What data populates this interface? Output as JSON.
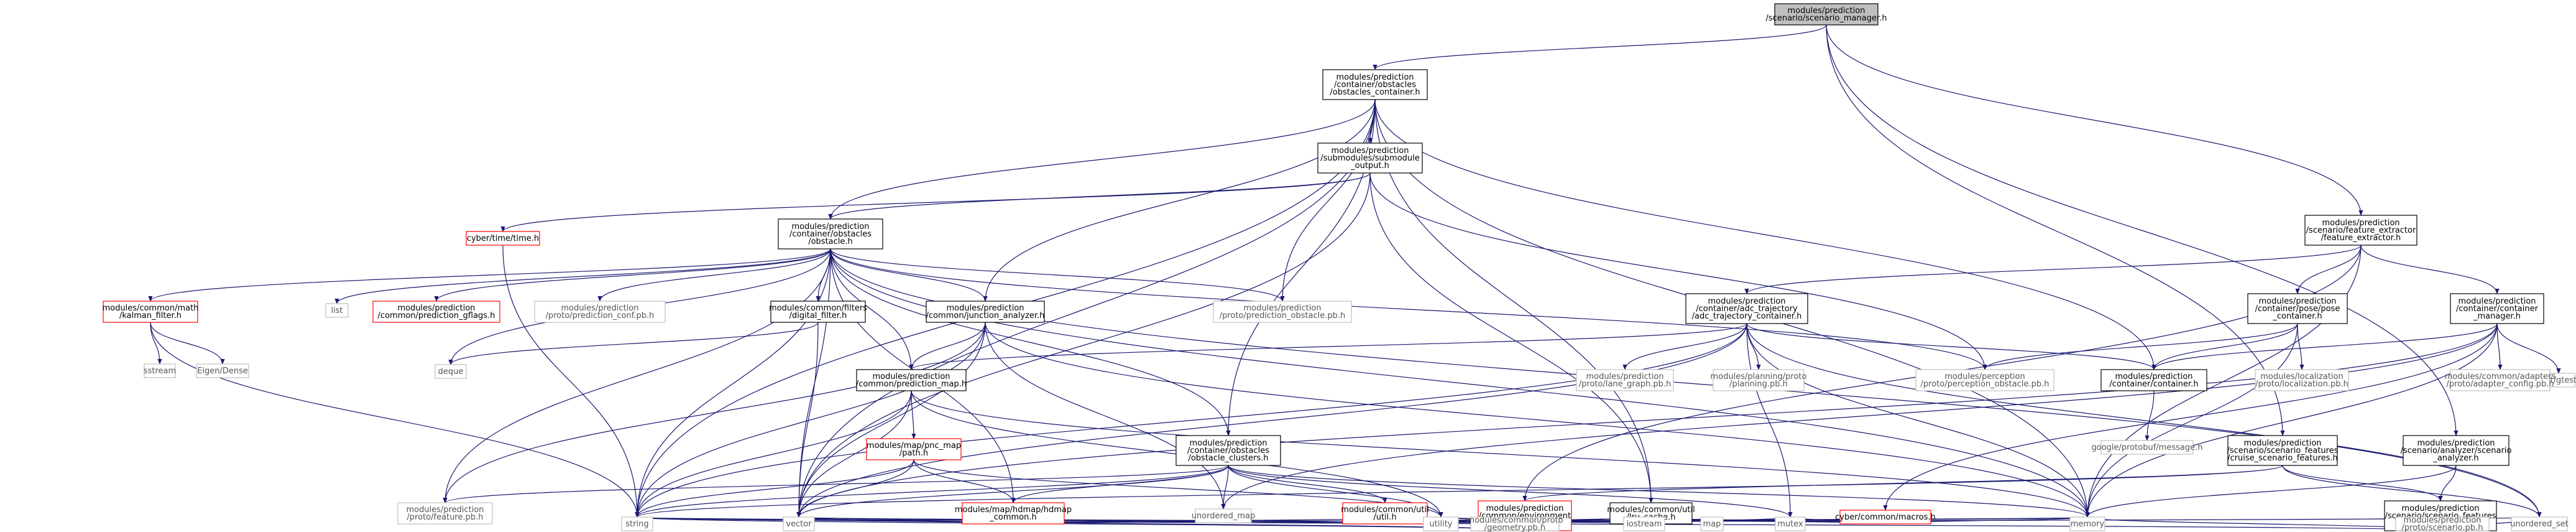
{
  "colors": {
    "edge": "#191970",
    "node_border": "#000000",
    "missing_border": "#ff0000",
    "system_border": "#bfbfbf",
    "root_fill": "#bfbfbf",
    "system_text": "#555555",
    "text": "#000000"
  },
  "nodes": [
    {
      "id": "root",
      "lines": [
        "modules/prediction",
        "/scenario/scenario_manager.h"
      ],
      "style": "root"
    },
    {
      "id": "obst_cont",
      "lines": [
        "modules/prediction",
        "/container/obstacles",
        "/obstacles_container.h"
      ],
      "style": "normal"
    },
    {
      "id": "submodule",
      "lines": [
        "modules/prediction",
        "/submodules/submodule",
        "_output.h"
      ],
      "style": "normal"
    },
    {
      "id": "cyber_time",
      "lines": [
        "cyber/time/time.h"
      ],
      "style": "missing"
    },
    {
      "id": "obstacle",
      "lines": [
        "modules/prediction",
        "/container/obstacles",
        "/obstacle.h"
      ],
      "style": "normal"
    },
    {
      "id": "kalman",
      "lines": [
        "modules/common/math",
        "/kalman_filter.h"
      ],
      "style": "missing"
    },
    {
      "id": "list",
      "lines": [
        "list"
      ],
      "style": "system"
    },
    {
      "id": "gflags",
      "lines": [
        "modules/prediction",
        "/common/prediction_gflags.h"
      ],
      "style": "missing"
    },
    {
      "id": "conf_pb",
      "lines": [
        "modules/prediction",
        "/proto/prediction_conf.pb.h"
      ],
      "style": "system"
    },
    {
      "id": "digital",
      "lines": [
        "modules/common/filters",
        "/digital_filter.h"
      ],
      "style": "normal"
    },
    {
      "id": "junction",
      "lines": [
        "modules/prediction",
        "/common/junction_analyzer.h"
      ],
      "style": "normal"
    },
    {
      "id": "obst_pb",
      "lines": [
        "modules/prediction",
        "/proto/prediction_obstacle.pb.h"
      ],
      "style": "system"
    },
    {
      "id": "feat_ext",
      "lines": [
        "modules/prediction",
        "/scenario/feature_extractor",
        "/feature_extractor.h"
      ],
      "style": "normal"
    },
    {
      "id": "adc_traj",
      "lines": [
        "modules/prediction",
        "/container/adc_trajectory",
        "/adc_trajectory_container.h"
      ],
      "style": "normal"
    },
    {
      "id": "pose",
      "lines": [
        "modules/prediction",
        "/container/pose/pose",
        "_container.h"
      ],
      "style": "normal"
    },
    {
      "id": "cont_mgr",
      "lines": [
        "modules/prediction",
        "/container/container",
        "_manager.h"
      ],
      "style": "normal"
    },
    {
      "id": "sstream",
      "lines": [
        "sstream"
      ],
      "style": "system"
    },
    {
      "id": "eigen",
      "lines": [
        "Eigen/Dense"
      ],
      "style": "system"
    },
    {
      "id": "deque",
      "lines": [
        "deque"
      ],
      "style": "system"
    },
    {
      "id": "pred_map",
      "lines": [
        "modules/prediction",
        "/common/prediction_map.h"
      ],
      "style": "normal"
    },
    {
      "id": "lane_graph",
      "lines": [
        "modules/prediction",
        "/proto/lane_graph.pb.h"
      ],
      "style": "system"
    },
    {
      "id": "planning_pb",
      "lines": [
        "modules/planning/proto",
        "/planning.pb.h"
      ],
      "style": "system"
    },
    {
      "id": "perc_pb",
      "lines": [
        "modules/perception",
        "/proto/perception_obstacle.pb.h"
      ],
      "style": "system"
    },
    {
      "id": "container_h",
      "lines": [
        "modules/prediction",
        "/container/container.h"
      ],
      "style": "normal"
    },
    {
      "id": "loc_pb",
      "lines": [
        "modules/localization",
        "/proto/localization.pb.h"
      ],
      "style": "system"
    },
    {
      "id": "gtest",
      "lines": [
        "gtest/gtest.h"
      ],
      "style": "system"
    },
    {
      "id": "adapter_pb",
      "lines": [
        "modules/common/adapters",
        "/proto/adapter_config.pb.h"
      ],
      "style": "system"
    },
    {
      "id": "protobuf",
      "lines": [
        "google/protobuf/message.h"
      ],
      "style": "system"
    },
    {
      "id": "pnc_path",
      "lines": [
        "modules/map/pnc_map",
        "/path.h"
      ],
      "style": "missing"
    },
    {
      "id": "clusters",
      "lines": [
        "modules/prediction",
        "/container/obstacles",
        "/obstacle_clusters.h"
      ],
      "style": "normal"
    },
    {
      "id": "cruise",
      "lines": [
        "modules/prediction",
        "/scenario/scenario_features",
        "/cruise_scenario_features.h"
      ],
      "style": "normal"
    },
    {
      "id": "analyzer",
      "lines": [
        "modules/prediction",
        "/scenario/analyzer/scenario",
        "_analyzer.h"
      ],
      "style": "normal"
    },
    {
      "id": "hdmap",
      "lines": [
        "modules/map/hdmap/hdmap",
        "_common.h"
      ],
      "style": "missing"
    },
    {
      "id": "feature_pb",
      "lines": [
        "modules/prediction",
        "/proto/feature.pb.h"
      ],
      "style": "system"
    },
    {
      "id": "unord_map",
      "lines": [
        "unordered_map"
      ],
      "style": "system"
    },
    {
      "id": "util",
      "lines": [
        "modules/common/util",
        "/util.h"
      ],
      "style": "missing"
    },
    {
      "id": "env",
      "lines": [
        "modules/prediction",
        "/common/environment",
        "_features.h"
      ],
      "style": "missing"
    },
    {
      "id": "lru",
      "lines": [
        "modules/common/util",
        "/lru_cache.h"
      ],
      "style": "normal"
    },
    {
      "id": "macros",
      "lines": [
        "cyber/common/macros.h"
      ],
      "style": "missing"
    },
    {
      "id": "scen_feat",
      "lines": [
        "modules/prediction",
        "/scenario/scenario_features",
        "/scenario_features.h"
      ],
      "style": "normal"
    },
    {
      "id": "string",
      "lines": [
        "string"
      ],
      "style": "system"
    },
    {
      "id": "vector",
      "lines": [
        "vector"
      ],
      "style": "system"
    },
    {
      "id": "utility",
      "lines": [
        "utility"
      ],
      "style": "system"
    },
    {
      "id": "geom_pb",
      "lines": [
        "modules/common/proto",
        "/geometry.pb.h"
      ],
      "style": "system"
    },
    {
      "id": "iostream",
      "lines": [
        "iostream"
      ],
      "style": "system"
    },
    {
      "id": "map",
      "lines": [
        "map"
      ],
      "style": "system"
    },
    {
      "id": "mutex",
      "lines": [
        "mutex"
      ],
      "style": "system"
    },
    {
      "id": "memory",
      "lines": [
        "memory"
      ],
      "style": "system"
    },
    {
      "id": "unord_set",
      "lines": [
        "unordered_set"
      ],
      "style": "system"
    },
    {
      "id": "scen_pb",
      "lines": [
        "modules/prediction",
        "/proto/scenario.pb.h"
      ],
      "style": "system"
    }
  ],
  "edges": [
    [
      "root",
      "obst_cont"
    ],
    [
      "root",
      "feat_ext"
    ],
    [
      "root",
      "cruise"
    ],
    [
      "root",
      "analyzer"
    ],
    [
      "obst_cont",
      "submodule"
    ],
    [
      "obst_cont",
      "obstacle"
    ],
    [
      "obst_cont",
      "junction"
    ],
    [
      "obst_cont",
      "obst_pb"
    ],
    [
      "obst_cont",
      "container_h"
    ],
    [
      "obst_cont",
      "clusters"
    ],
    [
      "obst_cont",
      "lru"
    ],
    [
      "obst_cont",
      "string"
    ],
    [
      "obst_cont",
      "vector"
    ],
    [
      "obst_cont",
      "memory"
    ],
    [
      "submodule",
      "cyber_time"
    ],
    [
      "submodule",
      "obstacle"
    ],
    [
      "submodule",
      "perc_pb"
    ],
    [
      "submodule",
      "vector"
    ],
    [
      "submodule",
      "lru"
    ],
    [
      "cyber_time",
      "string"
    ],
    [
      "obstacle",
      "kalman"
    ],
    [
      "obstacle",
      "list"
    ],
    [
      "obstacle",
      "gflags"
    ],
    [
      "obstacle",
      "conf_pb"
    ],
    [
      "obstacle",
      "digital"
    ],
    [
      "obstacle",
      "junction"
    ],
    [
      "obstacle",
      "obst_pb"
    ],
    [
      "obstacle",
      "deque"
    ],
    [
      "obstacle",
      "pred_map"
    ],
    [
      "obstacle",
      "clusters"
    ],
    [
      "obstacle",
      "hdmap"
    ],
    [
      "obstacle",
      "feature_pb"
    ],
    [
      "obstacle",
      "perc_pb"
    ],
    [
      "obstacle",
      "string"
    ],
    [
      "obstacle",
      "vector"
    ],
    [
      "obstacle",
      "memory"
    ],
    [
      "obstacle",
      "unord_set"
    ],
    [
      "kalman",
      "sstream"
    ],
    [
      "kalman",
      "eigen"
    ],
    [
      "kalman",
      "string"
    ],
    [
      "digital",
      "deque"
    ],
    [
      "digital",
      "vector"
    ],
    [
      "junction",
      "pred_map"
    ],
    [
      "junction",
      "feature_pb"
    ],
    [
      "junction",
      "string"
    ],
    [
      "junction",
      "vector"
    ],
    [
      "junction",
      "unord_map"
    ],
    [
      "junction",
      "memory"
    ],
    [
      "feat_ext",
      "adc_traj"
    ],
    [
      "feat_ext",
      "pose"
    ],
    [
      "feat_ext",
      "cont_mgr"
    ],
    [
      "feat_ext",
      "env"
    ],
    [
      "feat_ext",
      "memory"
    ],
    [
      "adc_traj",
      "lane_graph"
    ],
    [
      "adc_traj",
      "planning_pb"
    ],
    [
      "adc_traj",
      "container_h"
    ],
    [
      "adc_traj",
      "pred_map"
    ],
    [
      "adc_traj",
      "string"
    ],
    [
      "adc_traj",
      "vector"
    ],
    [
      "adc_traj",
      "memory"
    ],
    [
      "adc_traj",
      "mutex"
    ],
    [
      "adc_traj",
      "unord_set"
    ],
    [
      "pose",
      "perc_pb"
    ],
    [
      "pose",
      "container_h"
    ],
    [
      "pose",
      "loc_pb"
    ],
    [
      "pose",
      "memory"
    ],
    [
      "cont_mgr",
      "container_h"
    ],
    [
      "cont_mgr",
      "gtest"
    ],
    [
      "cont_mgr",
      "adapter_pb"
    ],
    [
      "cont_mgr",
      "macros"
    ],
    [
      "cont_mgr",
      "memory"
    ],
    [
      "cont_mgr",
      "unord_map"
    ],
    [
      "cont_mgr",
      "vector"
    ],
    [
      "container_h",
      "protobuf"
    ],
    [
      "pred_map",
      "pnc_path"
    ],
    [
      "pred_map",
      "string"
    ],
    [
      "pred_map",
      "vector"
    ],
    [
      "pred_map",
      "memory"
    ],
    [
      "pred_map",
      "utility"
    ],
    [
      "pnc_path",
      "hdmap"
    ],
    [
      "pnc_path",
      "string"
    ],
    [
      "pnc_path",
      "vector"
    ],
    [
      "pnc_path",
      "utility"
    ],
    [
      "clusters",
      "hdmap"
    ],
    [
      "clusters",
      "feature_pb"
    ],
    [
      "clusters",
      "unord_map"
    ],
    [
      "clusters",
      "util"
    ],
    [
      "clusters",
      "string"
    ],
    [
      "clusters",
      "vector"
    ],
    [
      "clusters",
      "memory"
    ],
    [
      "clusters",
      "utility"
    ],
    [
      "clusters",
      "mutex"
    ],
    [
      "cruise",
      "env"
    ],
    [
      "cruise",
      "scen_feat"
    ],
    [
      "cruise",
      "string"
    ],
    [
      "cruise",
      "unord_set"
    ],
    [
      "analyzer",
      "scen_feat"
    ],
    [
      "analyzer",
      "memory"
    ],
    [
      "hdmap",
      "string"
    ],
    [
      "hdmap",
      "vector"
    ],
    [
      "hdmap",
      "utility"
    ],
    [
      "hdmap",
      "memory"
    ],
    [
      "util",
      "geom_pb"
    ],
    [
      "util",
      "string"
    ],
    [
      "util",
      "vector"
    ],
    [
      "util",
      "utility"
    ],
    [
      "util",
      "iostream"
    ],
    [
      "util",
      "memory"
    ],
    [
      "util",
      "unord_set"
    ],
    [
      "env",
      "geom_pb"
    ],
    [
      "env",
      "string"
    ],
    [
      "env",
      "vector"
    ],
    [
      "env",
      "utility"
    ],
    [
      "lru",
      "iostream"
    ],
    [
      "lru",
      "map"
    ],
    [
      "lru",
      "mutex"
    ],
    [
      "lru",
      "utility"
    ],
    [
      "lru",
      "vector"
    ],
    [
      "macros",
      "iostream"
    ],
    [
      "macros",
      "mutex"
    ],
    [
      "macros",
      "memory"
    ],
    [
      "macros",
      "utility"
    ],
    [
      "scen_feat",
      "scen_pb"
    ],
    [
      "scen_feat",
      "string"
    ],
    [
      "scen_feat",
      "memory"
    ],
    [
      "scen_feat",
      "unord_set"
    ]
  ]
}
